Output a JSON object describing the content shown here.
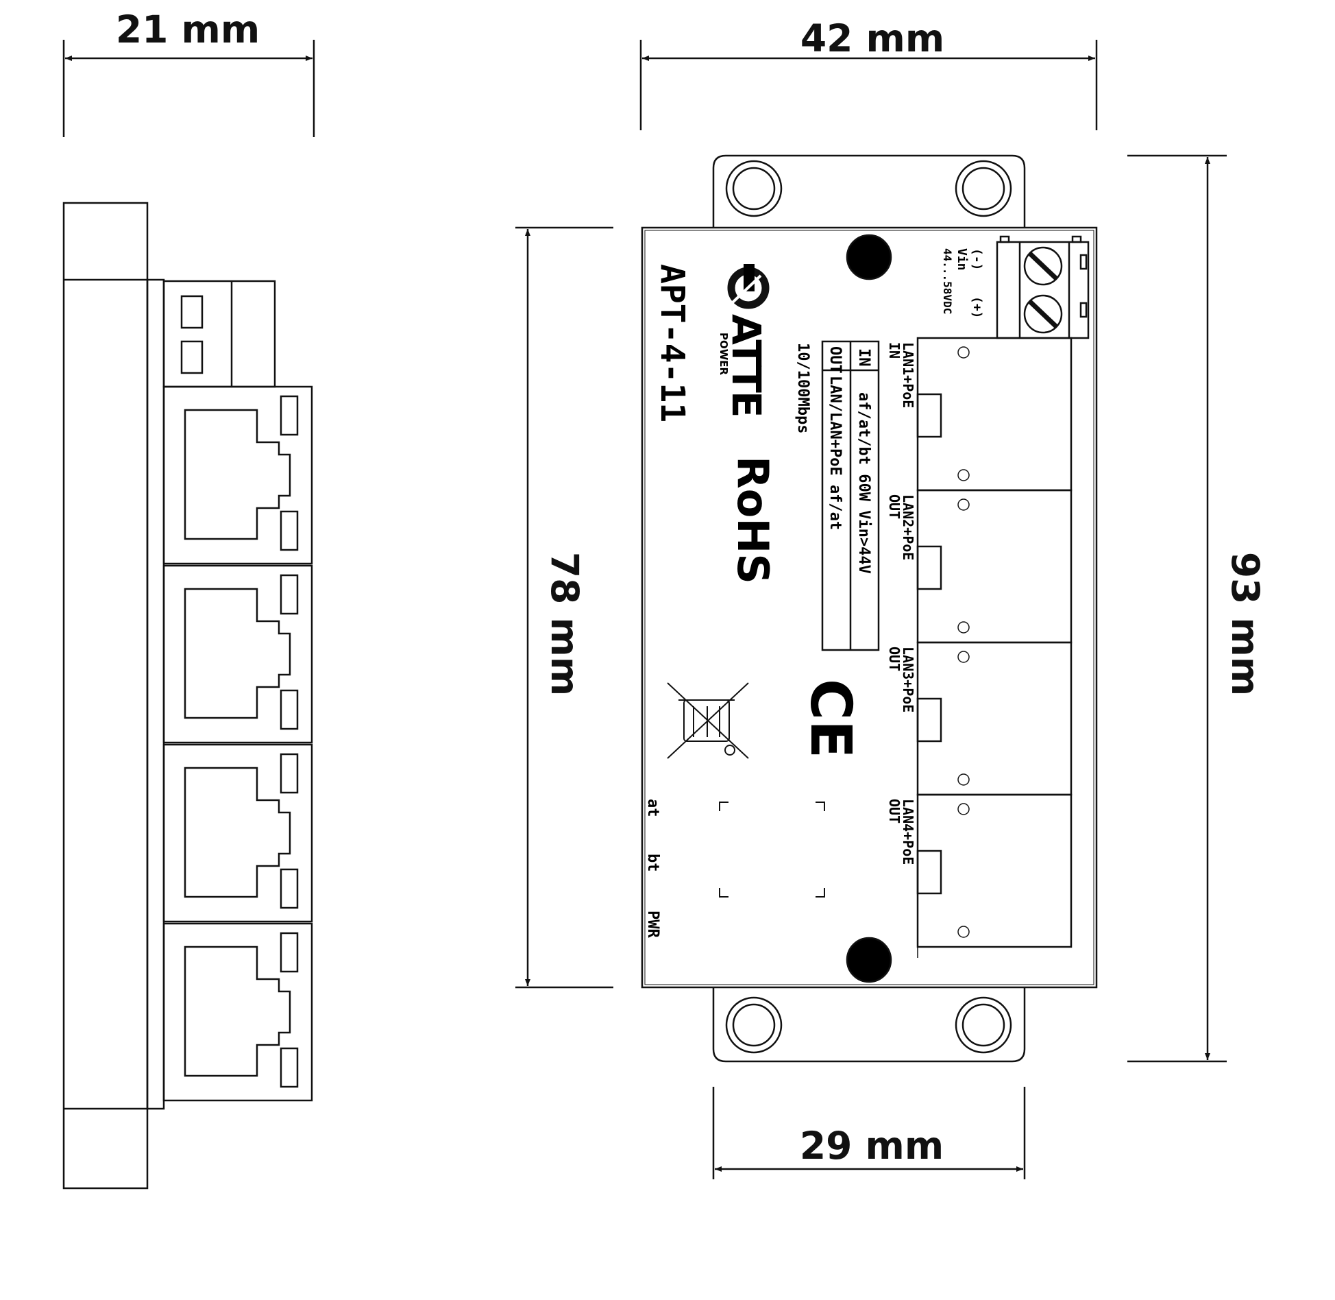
{
  "dimensions": {
    "side_depth": "21 mm",
    "body_width": "42 mm",
    "flange_width": "29 mm",
    "body_height": "78 mm",
    "overall_height": "93 mm"
  },
  "device": {
    "model": "APT-4-11",
    "brand": "ATTE",
    "brand_sub": "POWER",
    "rohs": "RoHS",
    "ce": "CE",
    "speed": "10/100Mbps",
    "spec_table": {
      "rows": [
        {
          "dir": "IN",
          "desc": "af/at/bt 60W Vin>44V"
        },
        {
          "dir": "OUT",
          "desc": "LAN/LAN+PoE af/at"
        }
      ]
    },
    "power_input": {
      "neg": "(-)",
      "pos": "(+)",
      "label": "Vin",
      "range": "44...58VDC"
    },
    "ports": [
      {
        "name": "LAN1+PoE",
        "dir": "IN"
      },
      {
        "name": "LAN2+PoE",
        "dir": "OUT"
      },
      {
        "name": "LAN3+PoE",
        "dir": "OUT"
      },
      {
        "name": "LAN4+PoE",
        "dir": "OUT"
      }
    ],
    "leds": [
      "at",
      "bt",
      "PWR"
    ]
  },
  "colors": {
    "line": "#111111",
    "background": "#ffffff"
  }
}
